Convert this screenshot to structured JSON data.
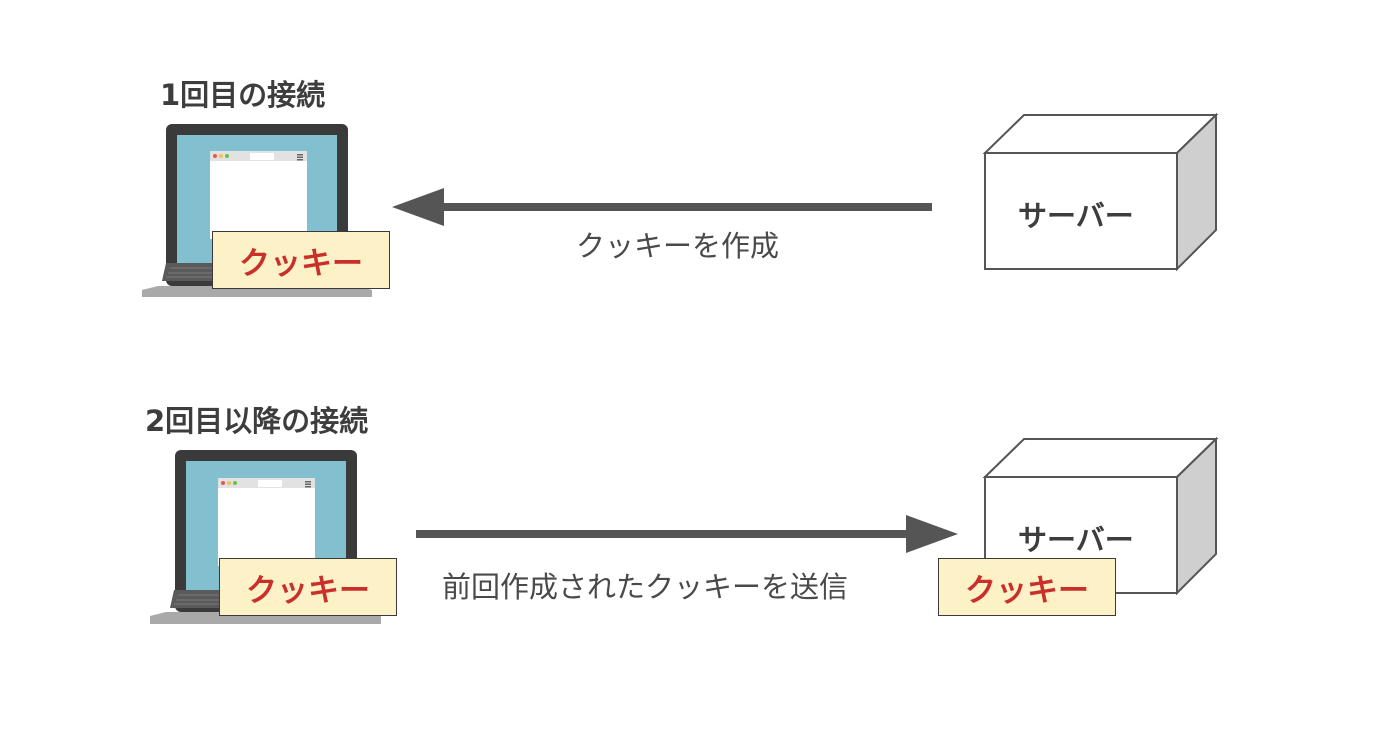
{
  "sections": [
    {
      "title": "1回目の接続",
      "cookie_label": "クッキー",
      "server_label": "サーバー",
      "arrow_caption": "クッキーを作成",
      "arrow_direction": "server-to-client"
    },
    {
      "title": "2回目以降の接続",
      "cookie_label": "クッキー",
      "server_label": "サーバー",
      "server_cookie_label": "クッキー",
      "arrow_caption": "前回作成されたクッキーを送信",
      "arrow_direction": "client-to-server"
    }
  ],
  "colors": {
    "arrow": "#555555",
    "cookie_fill": "#fdf1c8",
    "cookie_text": "#c9302c",
    "screen": "#82bfcf",
    "laptop_frame": "#3a3a3a",
    "laptop_base": "#a9a9a9",
    "server_side": "#cfcfcf"
  },
  "icons": [
    "laptop-icon",
    "server-box-icon",
    "arrow-left-icon",
    "arrow-right-icon"
  ]
}
